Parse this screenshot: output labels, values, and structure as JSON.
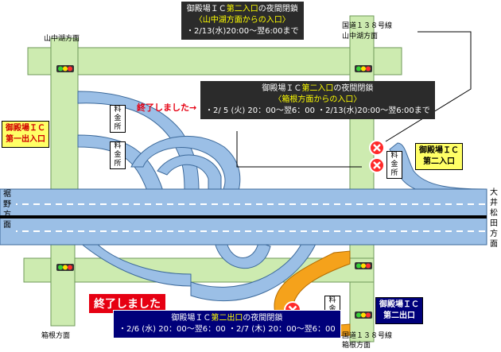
{
  "places": {
    "yamanakako_nw": "山中湖方面",
    "route138_ne_1": "国道１３８号線",
    "route138_ne_2": "山中湖方面",
    "susono": [
      "裾",
      "野",
      "方",
      "面"
    ],
    "oimatsuda": [
      "大",
      "井",
      "松",
      "田",
      "方",
      "面"
    ],
    "hakone_sw": "箱根方面",
    "route138_se_1": "国道１３８号線",
    "route138_se_2": "箱根方面"
  },
  "ic_labels": {
    "first_entrance_1": "御殿場ＩＣ",
    "first_entrance_2": "第一出入口",
    "second_entrance_1": "御殿場ＩＣ",
    "second_entrance_2": "第二入口",
    "second_exit_1": "御殿場ＩＣ",
    "second_exit_2": "第二出口"
  },
  "tollbooth": [
    "料",
    "金",
    "所"
  ],
  "notices": {
    "top": {
      "title_a": "御殿場ＩＣ",
      "title_b": "第二入口",
      "title_c": "の夜間閉鎖",
      "sub": "〈山中湖方面からの入口〉",
      "line1": "・2/13(水)20:00～翌6:00まで"
    },
    "middle": {
      "title_a": "御殿場ＩＣ",
      "title_b": "第二入口",
      "title_c": "の夜間閉鎖",
      "sub": "〈箱根方面からの入口〉",
      "line1": "・2/ 5 (火) 20：00～翌6：00",
      "line2": "・2/13(水)20:00～翌6:00まで"
    },
    "bottom": {
      "title_a": "御殿場ＩＣ",
      "title_b": "第二出口",
      "title_c": "の夜間閉鎖",
      "line1": "・2/6 (水) 20：00～翌6：00",
      "line2": "・2/7 (木) 20：00～翌6：00"
    }
  },
  "ended": {
    "middle": "終了しました→",
    "bottom": "終了しました"
  },
  "colors": {
    "road": "#cdebb0",
    "ramp": "#9bbfe6",
    "closed_ramp": "#f5a21b",
    "closure": "#e00000",
    "highway_line": "#000000"
  }
}
